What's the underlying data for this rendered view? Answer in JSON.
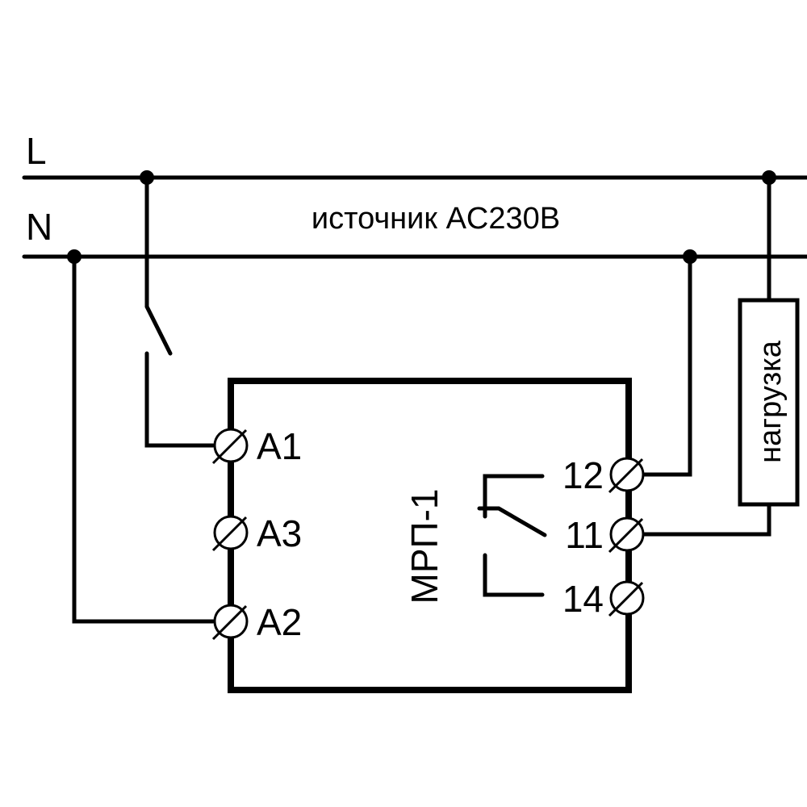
{
  "labels": {
    "line_L": "L",
    "line_N": "N",
    "source": "источник AC230B",
    "device": "МРП-1",
    "load": "нагрузка",
    "terminals": {
      "a1": "A1",
      "a3": "A3",
      "a2": "A2",
      "t12": "12",
      "t11": "11",
      "t14": "14"
    }
  }
}
